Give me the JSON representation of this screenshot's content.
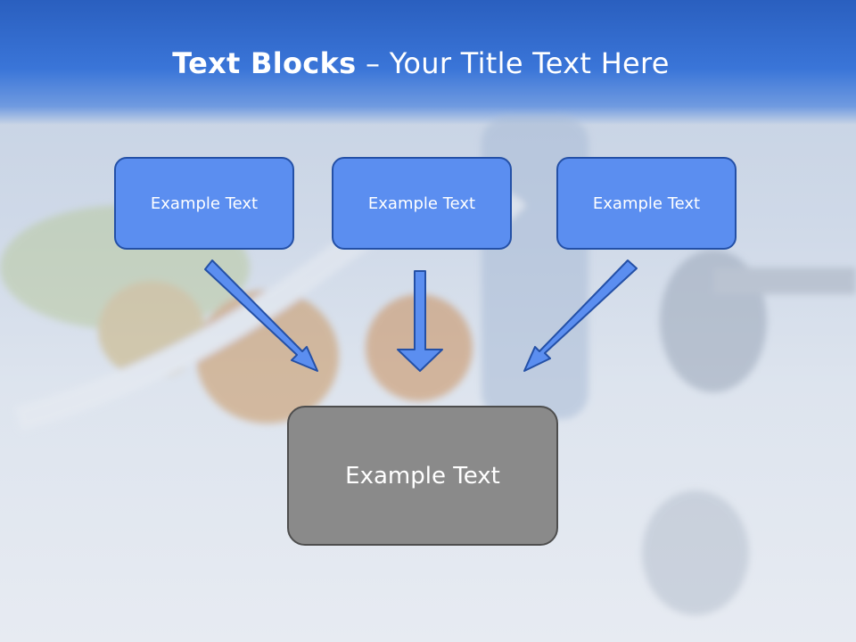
{
  "title": {
    "bold": "Text Blocks",
    "separator": " – ",
    "rest": "Your Title Text Here"
  },
  "boxes": [
    {
      "label": "Example Text"
    },
    {
      "label": "Example Text"
    },
    {
      "label": "Example Text"
    }
  ],
  "result_box": {
    "label": "Example Text"
  },
  "colors": {
    "header": "#2f67c9",
    "box_fill": "#5b8ef0",
    "box_border": "#2450a6",
    "result_fill": "#8a8a8a",
    "arrow_fill": "#5b8ef0"
  }
}
